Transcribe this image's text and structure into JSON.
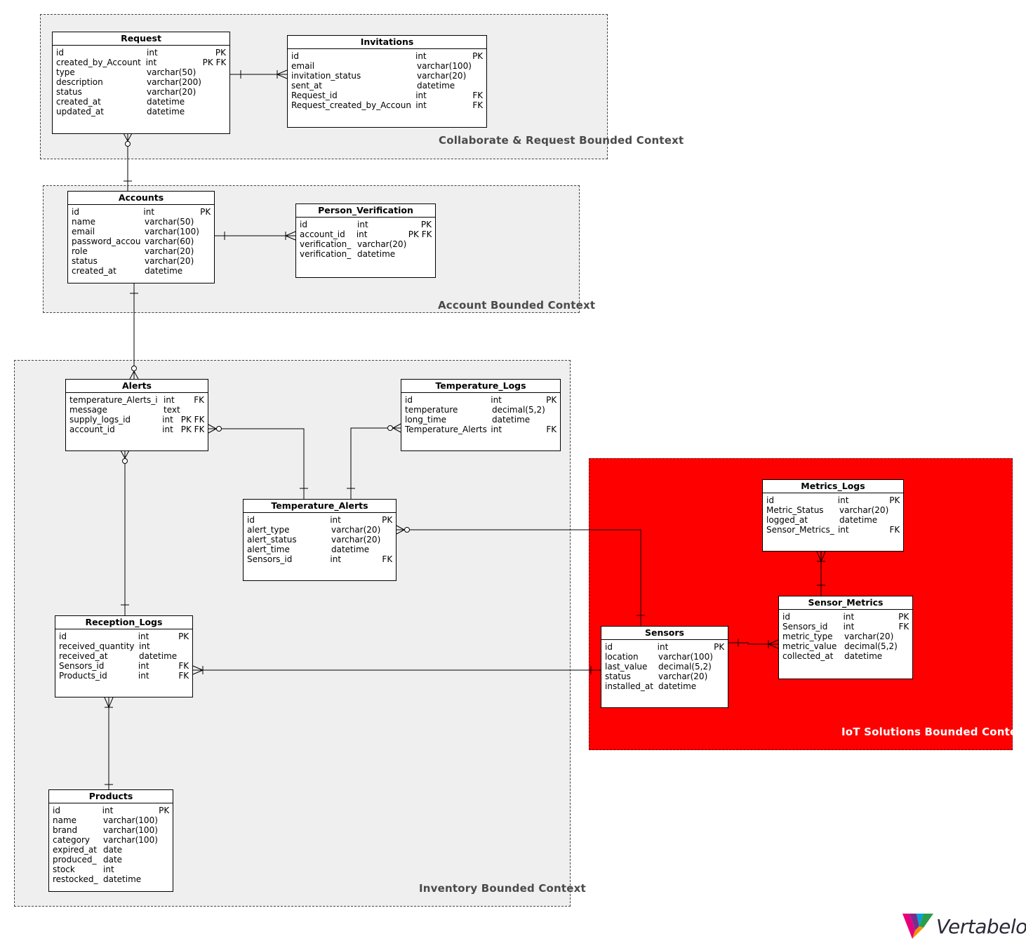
{
  "areas": [
    {
      "name": "Collaborate & Request Bounded Context"
    },
    {
      "name": "Account Bounded Context"
    },
    {
      "name": "Inventory Bounded Context"
    },
    {
      "name": "IoT Solutions Bounded Context"
    }
  ],
  "entities": {
    "request": {
      "title": "Request",
      "rows": [
        [
          "id",
          "int",
          "PK"
        ],
        [
          "created_by_Account",
          "int",
          "PK FK"
        ],
        [
          "type",
          "varchar(50)",
          ""
        ],
        [
          "description",
          "varchar(200)",
          ""
        ],
        [
          "status",
          "varchar(20)",
          ""
        ],
        [
          "created_at",
          "datetime",
          ""
        ],
        [
          "updated_at",
          "datetime",
          ""
        ]
      ]
    },
    "invitations": {
      "title": "Invitations",
      "rows": [
        [
          "id",
          "int",
          "PK"
        ],
        [
          "email",
          "varchar(100)",
          ""
        ],
        [
          "invitation_status",
          "varchar(20)",
          ""
        ],
        [
          "sent_at",
          "datetime",
          ""
        ],
        [
          "Request_id",
          "int",
          "FK"
        ],
        [
          "Request_created_by_Accoun",
          "int",
          "FK"
        ]
      ]
    },
    "accounts": {
      "title": "Accounts",
      "rows": [
        [
          "id",
          "int",
          "PK"
        ],
        [
          "name",
          "varchar(50)",
          ""
        ],
        [
          "email",
          "varchar(100)",
          ""
        ],
        [
          "password_accou",
          "varchar(60)",
          ""
        ],
        [
          "role",
          "varchar(20)",
          ""
        ],
        [
          "status",
          "varchar(20)",
          ""
        ],
        [
          "created_at",
          "datetime",
          ""
        ]
      ]
    },
    "person_verification": {
      "title": "Person_Verification",
      "rows": [
        [
          "id",
          "int",
          "PK"
        ],
        [
          "account_id",
          "int",
          "PK FK"
        ],
        [
          "verification_",
          "varchar(20)",
          ""
        ],
        [
          "verification_",
          "datetime",
          ""
        ]
      ]
    },
    "alerts": {
      "title": "Alerts",
      "rows": [
        [
          "temperature_Alerts_i",
          "int",
          "FK"
        ],
        [
          "message",
          "text",
          ""
        ],
        [
          "supply_logs_id",
          "int",
          "PK FK"
        ],
        [
          "account_id",
          "int",
          "PK FK"
        ]
      ]
    },
    "temperature_logs": {
      "title": "Temperature_Logs",
      "rows": [
        [
          "id",
          "int",
          "PK"
        ],
        [
          "temperature",
          "decimal(5,2)",
          ""
        ],
        [
          "long_time",
          "datetime",
          ""
        ],
        [
          "Temperature_Alerts",
          "int",
          "FK"
        ]
      ]
    },
    "temperature_alerts": {
      "title": "Temperature_Alerts",
      "rows": [
        [
          "id",
          "int",
          "PK"
        ],
        [
          "alert_type",
          "varchar(20)",
          ""
        ],
        [
          "alert_status",
          "varchar(20)",
          ""
        ],
        [
          "alert_time",
          "datetime",
          ""
        ],
        [
          "Sensors_id",
          "int",
          "FK"
        ]
      ]
    },
    "reception_logs": {
      "title": "Reception_Logs",
      "rows": [
        [
          "id",
          "int",
          "PK"
        ],
        [
          "received_quantity",
          "int",
          ""
        ],
        [
          "received_at",
          "datetime",
          ""
        ],
        [
          "Sensors_id",
          "int",
          "FK"
        ],
        [
          "Products_id",
          "int",
          "FK"
        ]
      ]
    },
    "products": {
      "title": "Products",
      "rows": [
        [
          "id",
          "int",
          "PK"
        ],
        [
          "name",
          "varchar(100)",
          ""
        ],
        [
          "brand",
          "varchar(100)",
          ""
        ],
        [
          "category",
          "varchar(100)",
          ""
        ],
        [
          "expired_at",
          "date",
          ""
        ],
        [
          "produced_",
          "date",
          ""
        ],
        [
          "stock",
          "int",
          ""
        ],
        [
          "restocked_",
          "datetime",
          ""
        ]
      ]
    },
    "metrics_logs": {
      "title": "Metrics_Logs",
      "rows": [
        [
          "id",
          "int",
          "PK"
        ],
        [
          "Metric_Status",
          "varchar(20)",
          ""
        ],
        [
          "logged_at",
          "datetime",
          ""
        ],
        [
          "Sensor_Metrics_",
          "int",
          "FK"
        ]
      ]
    },
    "sensor_metrics": {
      "title": "Sensor_Metrics",
      "rows": [
        [
          "id",
          "int",
          "PK"
        ],
        [
          "Sensors_id",
          "int",
          "FK"
        ],
        [
          "metric_type",
          "varchar(20)",
          ""
        ],
        [
          "metric_value",
          "decimal(5,2)",
          ""
        ],
        [
          "collected_at",
          "datetime",
          ""
        ]
      ]
    },
    "sensors": {
      "title": "Sensors",
      "rows": [
        [
          "id",
          "int",
          "PK"
        ],
        [
          "location",
          "varchar(100)",
          ""
        ],
        [
          "last_value",
          "decimal(5,2)",
          ""
        ],
        [
          "status",
          "varchar(20)",
          ""
        ],
        [
          "installed_at",
          "datetime",
          ""
        ]
      ]
    }
  },
  "logo": {
    "text": "Vertabelo"
  }
}
